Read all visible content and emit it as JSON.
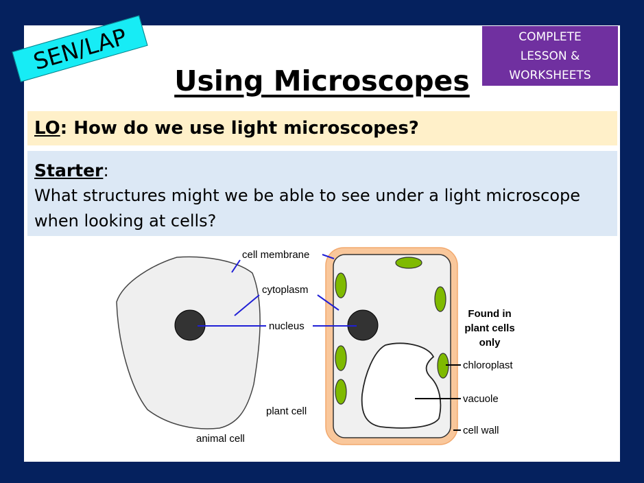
{
  "tag": "SEN/LAP",
  "badge": [
    "COMPLETE",
    "LESSON &",
    "WORKSHEETS"
  ],
  "title": "Using Microscopes",
  "lo": {
    "prefix": "LO",
    "text": ": How do we use light microscopes?"
  },
  "starter": {
    "label": "Starter",
    "colon": ":",
    "line1": "What structures might we be able to see under a light microscope",
    "line2": "when looking at cells?"
  },
  "diagram": {
    "labels": {
      "cell_membrane": "cell membrane",
      "cytoplasm": "cytoplasm",
      "nucleus": "nucleus",
      "chloroplast": "chloroplast",
      "vacuole": "vacuole",
      "cell_wall": "cell wall",
      "plant_cell": "plant cell",
      "animal_cell": "animal cell",
      "found_in": [
        "Found in",
        "plant cells",
        "only"
      ]
    },
    "colors": {
      "pointer": "#1f1fd6",
      "chloroplast": "#7fba00",
      "cell_wall": "#f9c79b",
      "cytoplasm": "#f0f0f0",
      "nucleus": "#333333"
    }
  }
}
